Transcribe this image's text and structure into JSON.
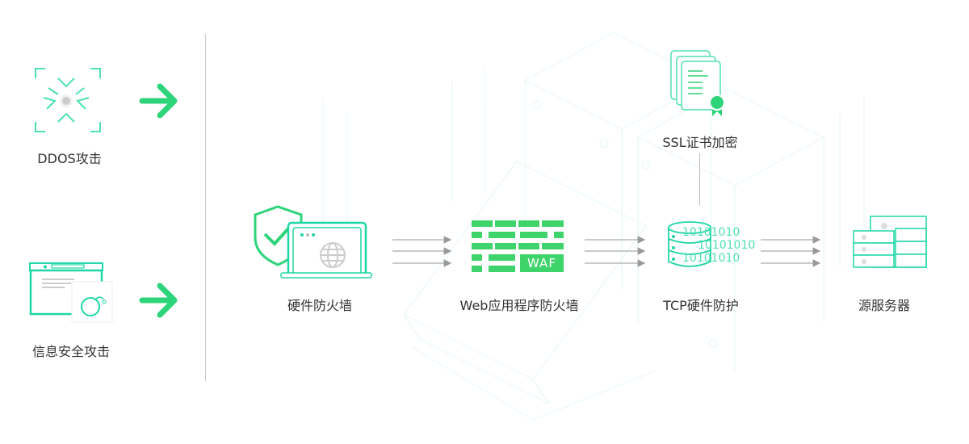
{
  "attacks": [
    {
      "label": "DDOS攻击",
      "icon": "ddos-burst-icon"
    },
    {
      "label": "信息安全攻击",
      "icon": "webpage-bomb-icon"
    }
  ],
  "stages": [
    {
      "label": "硬件防火墙",
      "icon": "shield-laptop-icon"
    },
    {
      "label": "Web应用程序防火墙",
      "icon": "brick-wall-icon",
      "badge": "WAF"
    },
    {
      "label": "TCP硬件防护",
      "icon": "database-icon",
      "binary": [
        "10101010",
        "10101010",
        "10101010"
      ]
    },
    {
      "label": "源服务器",
      "icon": "server-rack-icon"
    }
  ],
  "ssl": {
    "label": "SSL证书加密",
    "icon": "certificate-icon"
  },
  "colors": {
    "accent": "#2ed47a",
    "accent_teal": "#1fd6a6",
    "text": "#333333",
    "arrow_gray": "#999999"
  }
}
